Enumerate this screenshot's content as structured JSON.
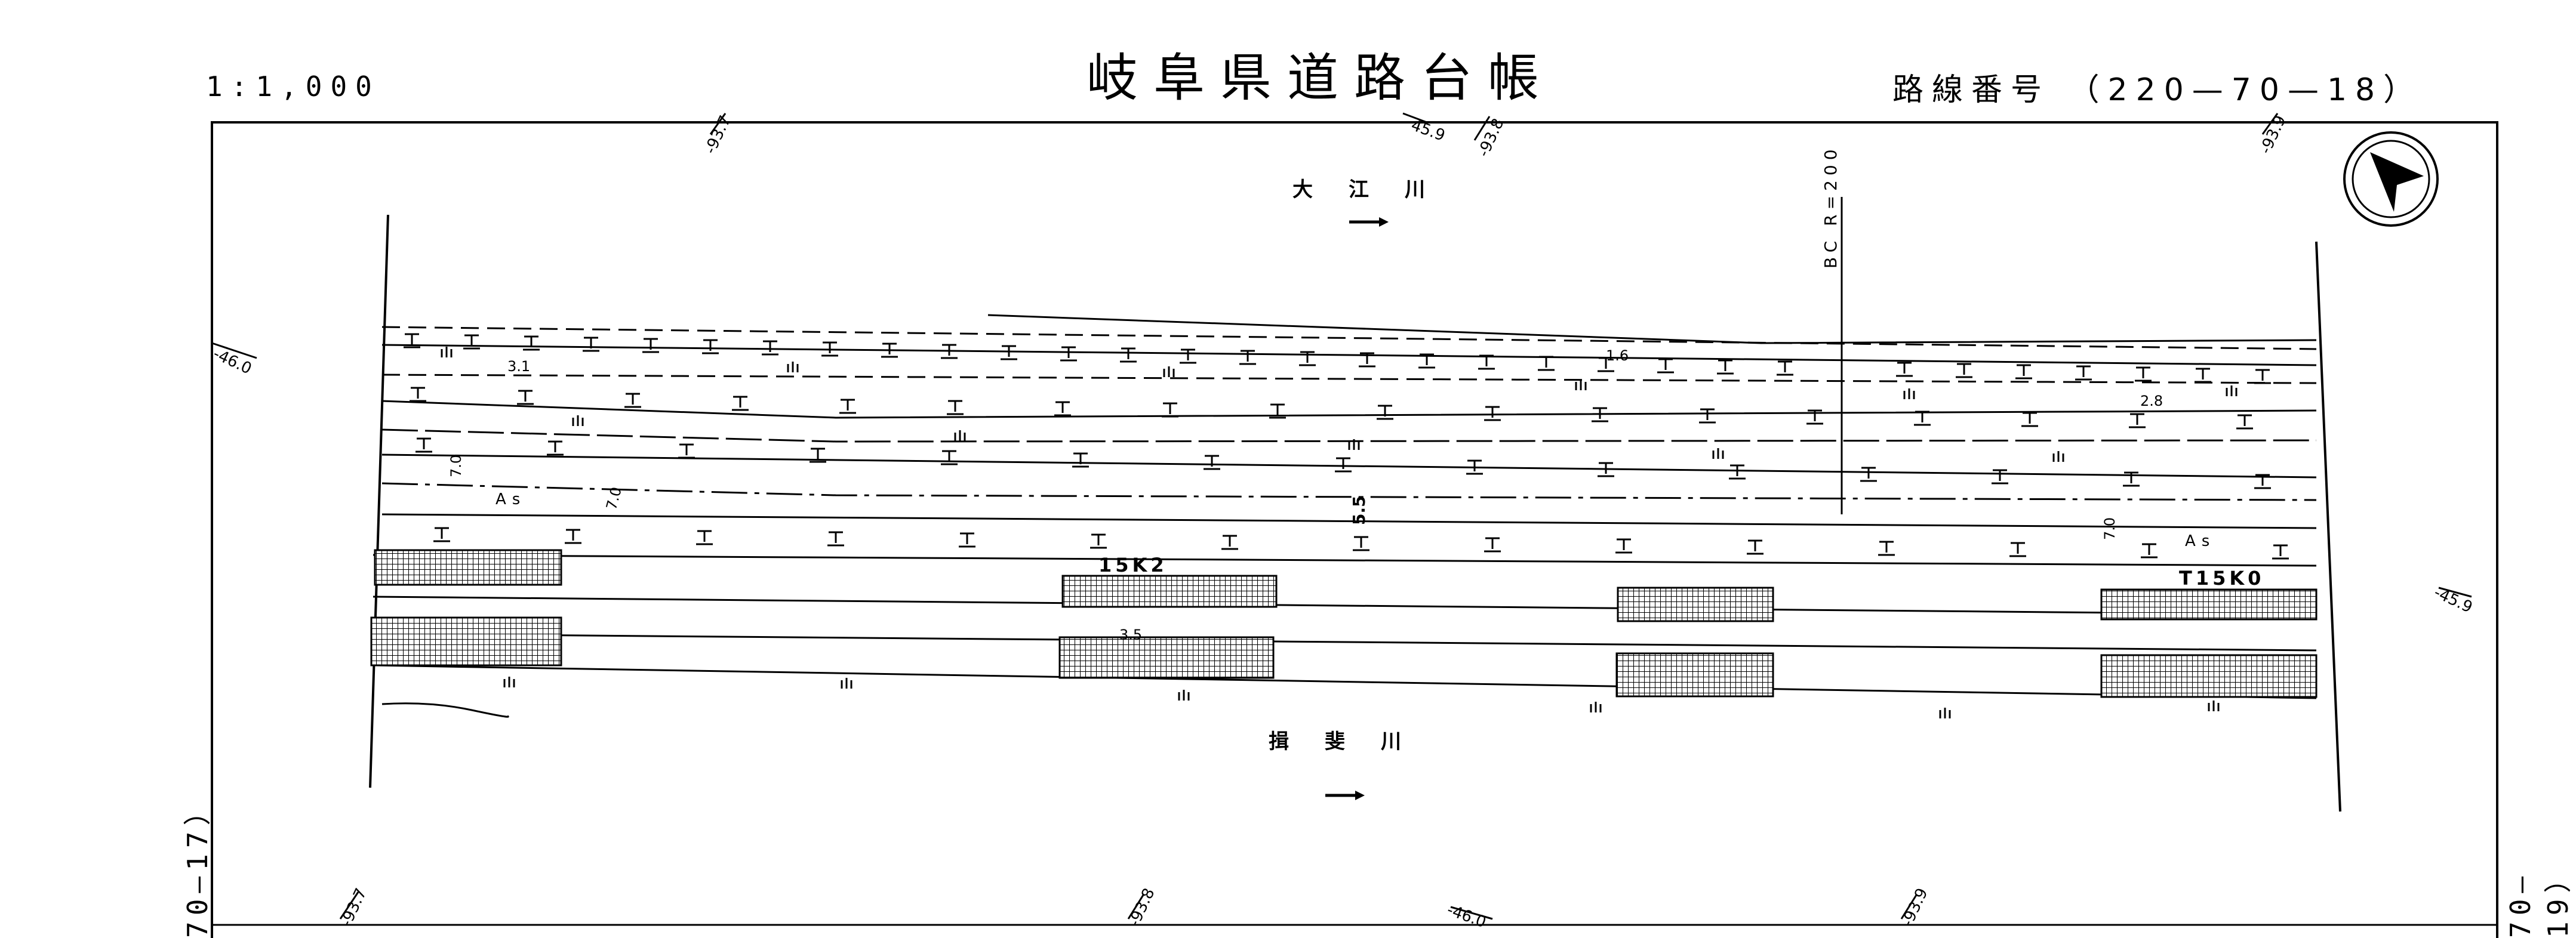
{
  "header": {
    "title": "岐阜県道路台帳",
    "scale": "1:1,000",
    "route_label": "路線番号",
    "route_number": "（220—70—18）"
  },
  "sheet_refs": {
    "left": "70—17）",
    "right": "70—19）"
  },
  "rivers": {
    "top": "大江川",
    "bottom": "揖斐川"
  },
  "stations": {
    "k152": "15K2",
    "k150": "T15K0"
  },
  "curve_label": "BC R=200",
  "pavement_labels": [
    "As",
    "As"
  ],
  "widths": [
    "3.1",
    "1.6",
    "2.8",
    "7.0",
    "5.5",
    "7.0",
    "3.5",
    "7.0"
  ],
  "contours_top": [
    "-93.7",
    "45.9",
    "-93.8",
    "-93.9"
  ],
  "contours_bottom": [
    "-93.7",
    "-93.8",
    "-46.0",
    "-93.9"
  ],
  "contours_side": [
    "-46.0",
    "-45.9"
  ],
  "icons": {
    "north_arrow": "north-arrow-icon",
    "flow_arrow": "flow-arrow-icon"
  }
}
